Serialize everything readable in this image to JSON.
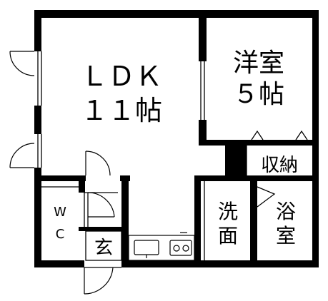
{
  "floor_plan": {
    "rooms": {
      "ldk": {
        "line1": "ＬＤＫ",
        "line2": "１１帖"
      },
      "western_room": {
        "line1": "洋室",
        "line2": "５帖"
      },
      "storage": {
        "label": "収納"
      },
      "washroom": {
        "char1": "洗",
        "char2": "面"
      },
      "bathroom": {
        "char1": "浴",
        "char2": "室"
      },
      "toilet": {
        "char1": "W",
        "char2": "C"
      },
      "entrance": {
        "label": "玄"
      }
    },
    "colors": {
      "wall": "#000000",
      "floor": "#ffffff",
      "line": "#000000"
    }
  }
}
